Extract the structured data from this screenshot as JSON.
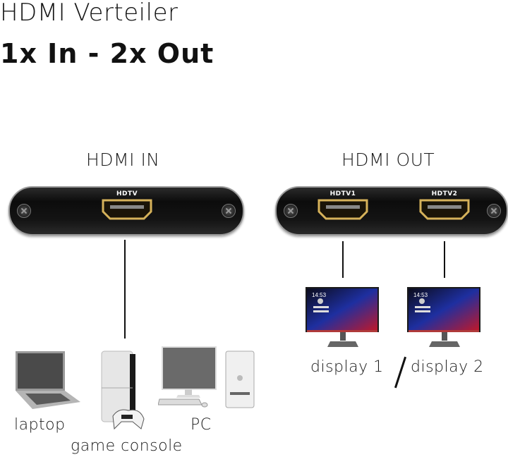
{
  "header": {
    "title_line1": "HDMI Verteiler",
    "title_line2": "1x In - 2x Out"
  },
  "input_section": {
    "label": "HDMI IN",
    "ports": [
      {
        "label": "HDTV"
      }
    ]
  },
  "output_section": {
    "label": "HDMI OUT",
    "ports": [
      {
        "label": "HDTV1"
      },
      {
        "label": "HDTV2"
      }
    ]
  },
  "sources": [
    {
      "label": "laptop",
      "icon": "laptop-icon"
    },
    {
      "label": "game console",
      "icon": "game-console-icon"
    },
    {
      "label": "PC",
      "icon": "desktop-pc-icon"
    }
  ],
  "displays": [
    {
      "label": "display 1",
      "icon": "monitor-icon",
      "clock": "14:53"
    },
    {
      "label": "display 2",
      "icon": "monitor-icon",
      "clock": "14:53"
    }
  ],
  "colors": {
    "plate": "#111111",
    "port_gold": "#c9a24a",
    "screen_blue": "#1e2fa0",
    "screen_red": "#c0182a"
  }
}
